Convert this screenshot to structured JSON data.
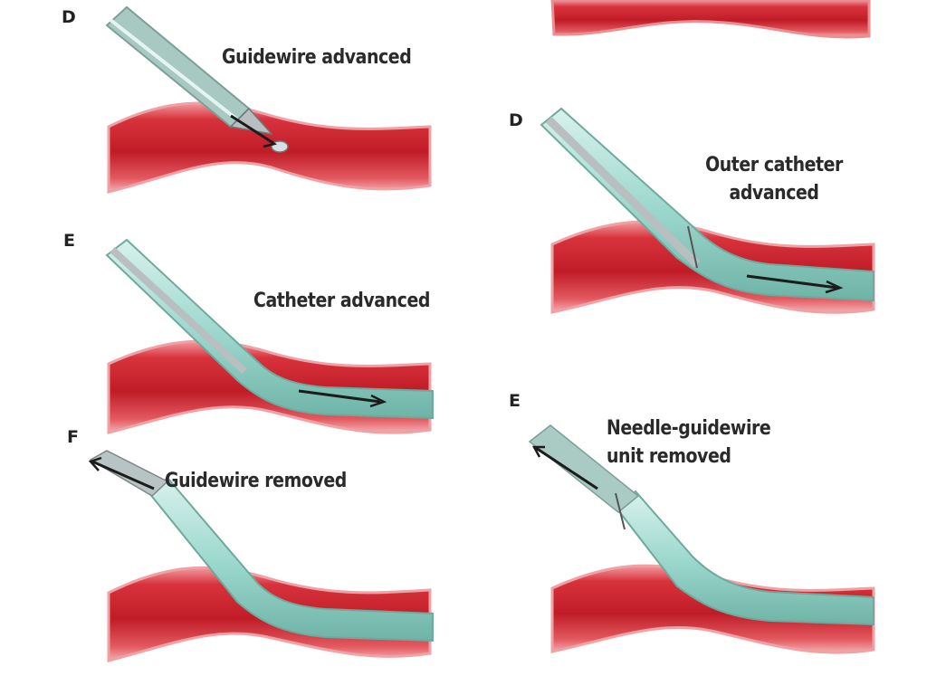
{
  "panels": [
    {
      "id": "d-left",
      "letter": "D",
      "caption_lines": [
        "Guidewire advanced"
      ]
    },
    {
      "id": "e-left",
      "letter": "E",
      "caption_lines": [
        "Catheter advanced"
      ]
    },
    {
      "id": "f-left",
      "letter": "F",
      "caption_lines": [
        "Guidewire removed"
      ]
    },
    {
      "id": "d-right",
      "letter": "D",
      "caption_lines": [
        "Outer catheter",
        "advanced"
      ]
    },
    {
      "id": "e-right",
      "letter": "E",
      "caption_lines": [
        "Needle-guidewire",
        "unit removed"
      ]
    }
  ],
  "colors": {
    "vessel_dark": "#c4202b",
    "vessel_mid": "#e4474f",
    "vessel_light": "#f3a3a4",
    "catheter": "#9ed9cf",
    "catheter_dark": "#5f9f93",
    "needle": "#b9bfc0",
    "wire": "#1c1c1c"
  }
}
